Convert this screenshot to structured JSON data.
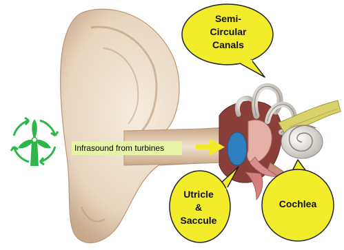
{
  "labels": {
    "infrasound": "Infrasound from turbines",
    "semicircular_line1": "Semi-",
    "semicircular_line2": "Circular",
    "semicircular_line3": "Canals",
    "utricle_line1": "Utricle",
    "utricle_line2": "&",
    "utricle_line3": "Saccule",
    "cochlea": "Cochlea"
  },
  "colors": {
    "callout_fill": "#f2ec2a",
    "callout_stroke": "#222222",
    "turbine_green": "#2fb64a",
    "arrow_yellow": "#f3e82a",
    "ear_skin": "#ead9c4",
    "ear_shadow": "#c9ad8e",
    "inner_ear_pink": "#d99a9a",
    "eardrum_blue": "#2e7fc0",
    "cochlea_bone": "#e9e3dc",
    "nerve_yellow": "#d8d26a"
  },
  "icons": {
    "turbine": "wind-turbine-icon",
    "arrow": "arrow-right-icon"
  }
}
